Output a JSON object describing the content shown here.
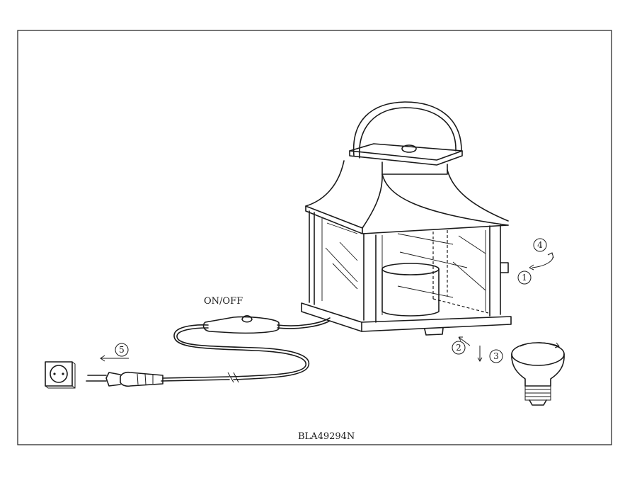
{
  "labels": {
    "switch": "ON/OFF",
    "model": "BLA49294N"
  },
  "steps": [
    "1",
    "2",
    "3",
    "4",
    "5"
  ]
}
